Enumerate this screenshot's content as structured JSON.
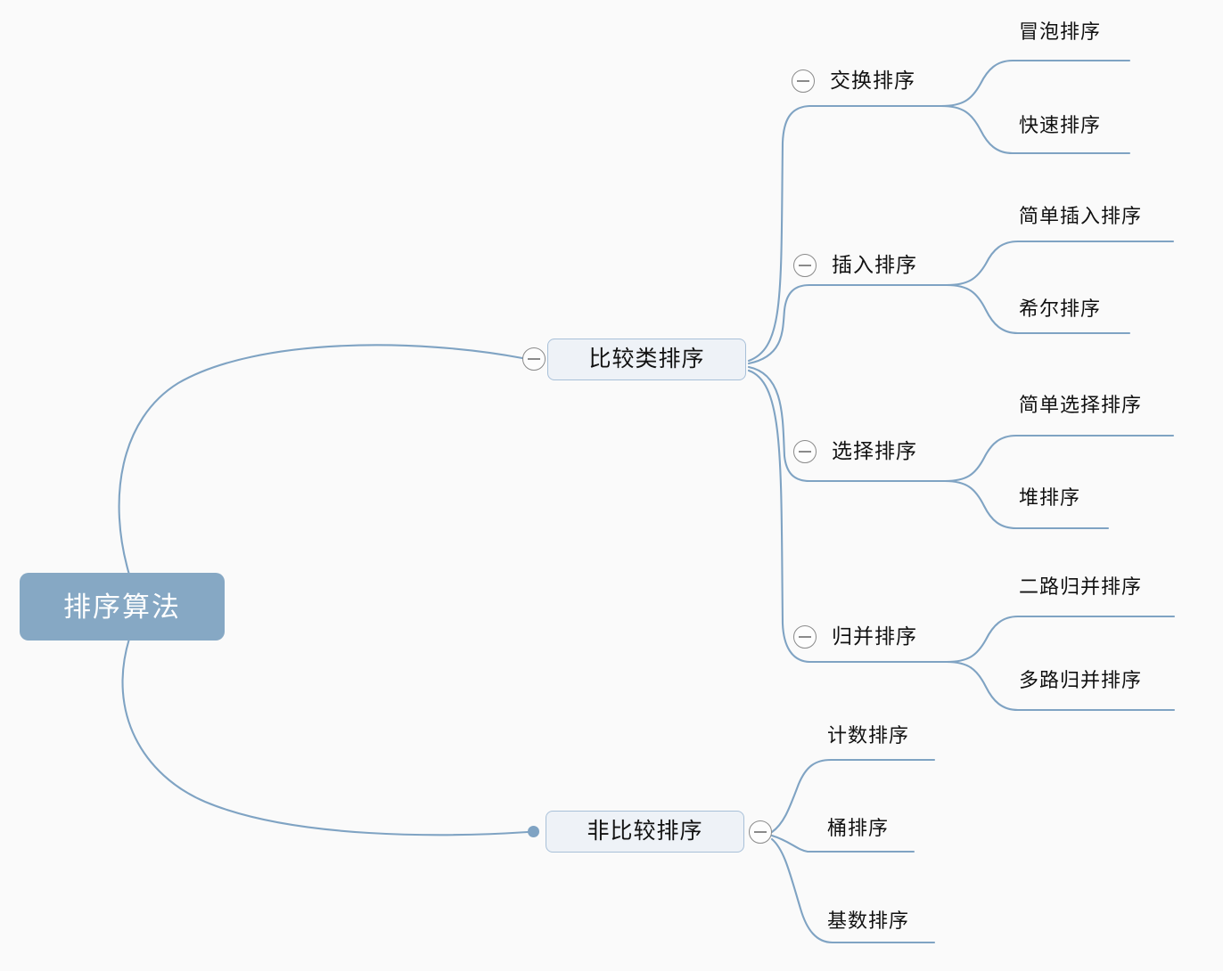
{
  "diagram": {
    "type": "mindmap",
    "title": "排序算法",
    "background_color": "#fafafa",
    "colors": {
      "root_fill": "#86a8c4",
      "root_text": "#ffffff",
      "node_fill": "#eef2f7",
      "node_border": "#a8c0d8",
      "branch_line": "#7fa3c3",
      "toggle_stroke": "#8a8a8a",
      "text": "#111111"
    }
  },
  "root": {
    "label": "排序算法"
  },
  "branches": [
    {
      "id": "compare",
      "label": "比较类排序",
      "toggle": "collapse-minus-icon",
      "toggle_side": "left",
      "children": [
        {
          "id": "exchange",
          "label": "交换排序",
          "toggle": "collapse-minus-icon",
          "children": [
            {
              "id": "bubble",
              "label": "冒泡排序"
            },
            {
              "id": "quick",
              "label": "快速排序"
            }
          ]
        },
        {
          "id": "insert",
          "label": "插入排序",
          "toggle": "collapse-minus-icon",
          "children": [
            {
              "id": "simple-insert",
              "label": "简单插入排序"
            },
            {
              "id": "shell",
              "label": "希尔排序"
            }
          ]
        },
        {
          "id": "select",
          "label": "选择排序",
          "toggle": "collapse-minus-icon",
          "children": [
            {
              "id": "simple-select",
              "label": "简单选择排序"
            },
            {
              "id": "heap",
              "label": "堆排序"
            }
          ]
        },
        {
          "id": "merge",
          "label": "归并排序",
          "toggle": "collapse-minus-icon",
          "children": [
            {
              "id": "two-way-merge",
              "label": "二路归并排序"
            },
            {
              "id": "multi-way-merge",
              "label": "多路归并排序"
            }
          ]
        }
      ]
    },
    {
      "id": "noncompare",
      "label": "非比较排序",
      "toggle": "collapse-minus-icon",
      "toggle_side": "right",
      "bullet": "branch-dot",
      "children": [
        {
          "id": "counting",
          "label": "计数排序"
        },
        {
          "id": "bucket",
          "label": "桶排序"
        },
        {
          "id": "radix",
          "label": "基数排序"
        }
      ]
    }
  ]
}
